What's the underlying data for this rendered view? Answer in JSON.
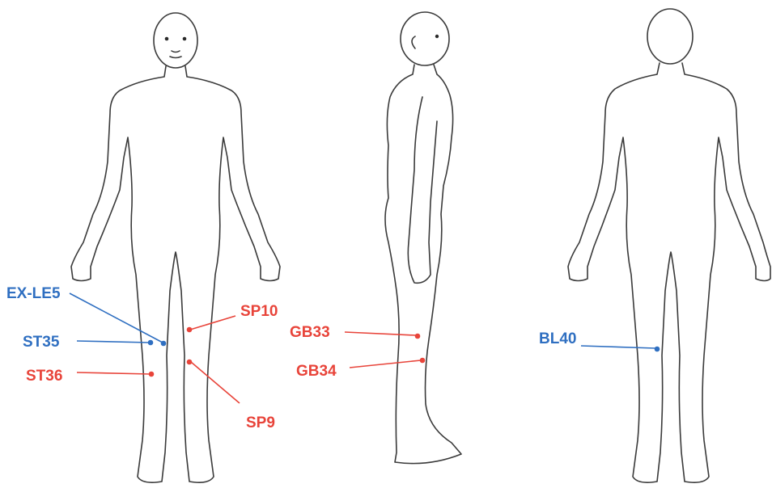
{
  "colors": {
    "red": "#e8443a",
    "blue": "#2f6fc1",
    "outline": "#3a3a3a"
  },
  "figures": [
    {
      "name": "front-view-figure"
    },
    {
      "name": "side-view-figure"
    },
    {
      "name": "back-view-figure"
    }
  ],
  "points": {
    "ex_le5": {
      "label": "EX-LE5",
      "color": "blue"
    },
    "st35": {
      "label": "ST35",
      "color": "blue"
    },
    "st36": {
      "label": "ST36",
      "color": "red"
    },
    "sp10": {
      "label": "SP10",
      "color": "red"
    },
    "sp9": {
      "label": "SP9",
      "color": "red"
    },
    "gb33": {
      "label": "GB33",
      "color": "red"
    },
    "gb34": {
      "label": "GB34",
      "color": "red"
    },
    "bl40": {
      "label": "BL40",
      "color": "blue"
    }
  }
}
